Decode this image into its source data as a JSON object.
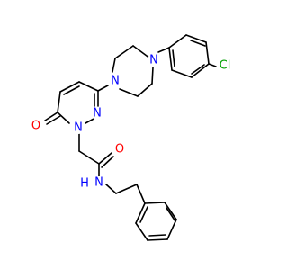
{
  "molecule": {
    "colors": {
      "bond": "#000000",
      "nitrogen": "#0000ff",
      "oxygen": "#ff0000",
      "chlorine": "#00a000",
      "background": "#ffffff"
    },
    "atom_labels": {
      "chlorine": "Cl",
      "piperazine_n_upper": "N",
      "piperazine_n_lower": "N",
      "pyridazine_n1": "N",
      "pyridazine_n2": "N",
      "ring_oxygen": "O",
      "amide_oxygen": "O",
      "amide_nh": "H",
      "amide_n": "N"
    }
  }
}
